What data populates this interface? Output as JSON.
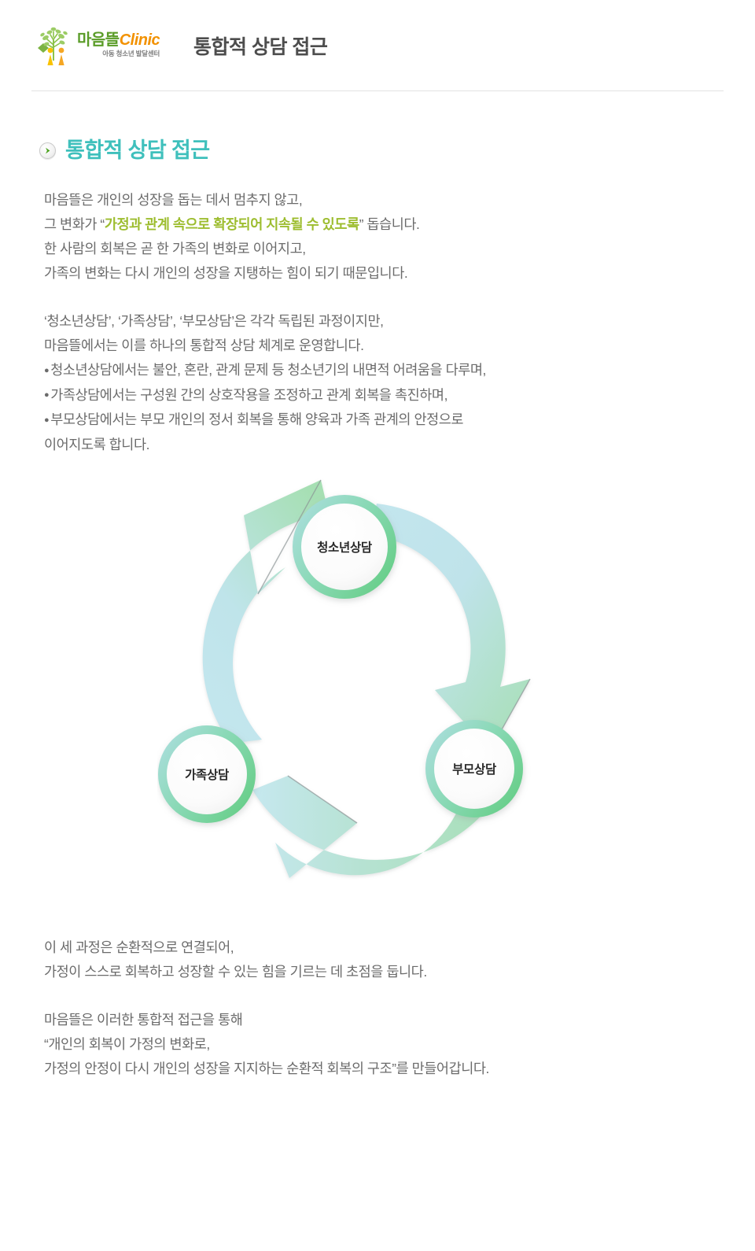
{
  "header": {
    "logo": {
      "name_kr": "마음뜰",
      "name_en": "Clinic",
      "tagline": "아동 청소년 발달센터",
      "mark_icon": "tree-with-children-icon",
      "colors": {
        "kr": "#5a9c28",
        "en": "#f29100",
        "tagline": "#7d7d7d"
      }
    },
    "title": "통합적 상담 접근"
  },
  "section": {
    "bullet_icon": "circle-play-arrow-icon",
    "heading": "통합적 상담 접근",
    "heading_color": "#3fc0bc"
  },
  "intro": {
    "line1": "마음뜰은 개인의 성장을 돕는 데서 멈추지 않고,",
    "line2_pre": "그 변화가 “",
    "line2_highlight": "가정과 관계 속으로 확장되어 지속될 수 있도록",
    "line2_post": "” 돕습니다.",
    "line3": "한 사람의 회복은 곧 한 가족의 변화로 이어지고,",
    "line4": "가족의 변화는 다시 개인의 성장을 지탱하는 힘이 되기 때문입니다.",
    "highlight_color": "#9dbd2f"
  },
  "detail": {
    "line1": "‘청소년상담’, ‘가족상담’, ‘부모상담’은 각각 독립된 과정이지만,",
    "line2": "마음뜰에서는 이를 하나의 통합적 상담 체계로 운영합니다.",
    "bullet1": "청소년상담에서는 불안, 혼란, 관계 문제 등 청소년기의 내면적 어려움을 다루며,",
    "bullet2": "가족상담에서는 구성원 간의 상호작용을 조정하고 관계 회복을 촉진하며,",
    "bullet3": "부모상담에서는 부모 개인의 정서 회복을 통해 양육과 가족 관계의 안정으로",
    "line3": "이어지도록 합니다."
  },
  "diagram": {
    "type": "cycle",
    "direction": "clockwise",
    "nodes": [
      {
        "id": "youth",
        "label": "청소년상담",
        "position": "top"
      },
      {
        "id": "parent",
        "label": "부모상담",
        "position": "bottom-right"
      },
      {
        "id": "family",
        "label": "가족상담",
        "position": "bottom-left"
      }
    ],
    "arrows": [
      {
        "from": "youth",
        "to": "parent"
      },
      {
        "from": "parent",
        "to": "family"
      },
      {
        "from": "family",
        "to": "youth"
      }
    ],
    "colors": {
      "arrow_tail": "#bfe4ed",
      "arrow_head": "#a7e0b4",
      "ring_green": "#6fcf8a",
      "ring_teal": "#aadfde",
      "node_fill": "#fafafa",
      "node_text": "#2b2b2b"
    }
  },
  "outro": {
    "line1": "이 세 과정은 순환적으로 연결되어,",
    "line2": "가정이 스스로 회복하고 성장할 수 있는 힘을 기르는 데 초점을 둡니다.",
    "line3": "마음뜰은 이러한 통합적 접근을 통해",
    "line4": "“개인의 회복이 가정의 변화로,",
    "line5": "가정의 안정이 다시 개인의 성장을 지지하는 순환적 회복의 구조”를 만들어갑니다."
  }
}
